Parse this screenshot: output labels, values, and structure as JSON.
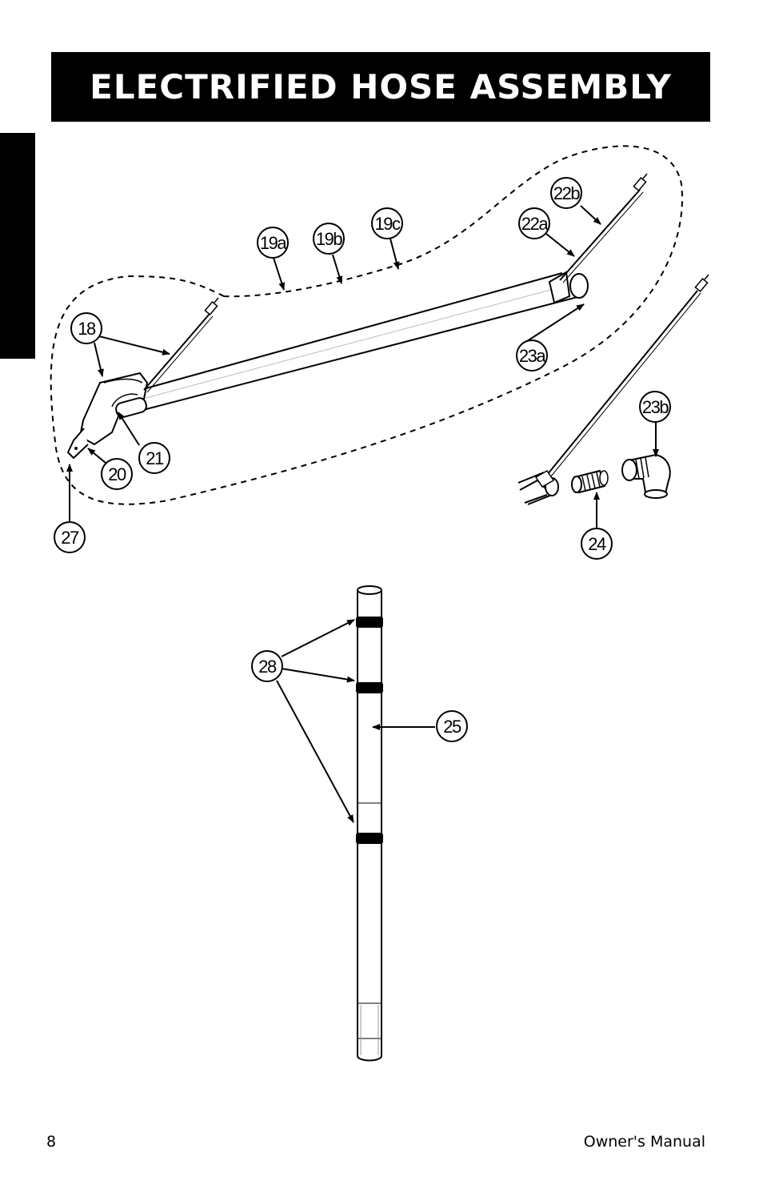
{
  "header": {
    "title": "ELECTRIFIED HOSE ASSEMBLY"
  },
  "callouts": {
    "c18": "18",
    "c19a": "19a",
    "c19b": "19b",
    "c19c": "19c",
    "c20": "20",
    "c21": "21",
    "c22a": "22a",
    "c22b": "22b",
    "c23a": "23a",
    "c23b": "23b",
    "c24": "24",
    "c25": "25",
    "c27": "27",
    "c28": "28"
  },
  "footer": {
    "page_number": "8",
    "document_name": "Owner's Manual"
  }
}
